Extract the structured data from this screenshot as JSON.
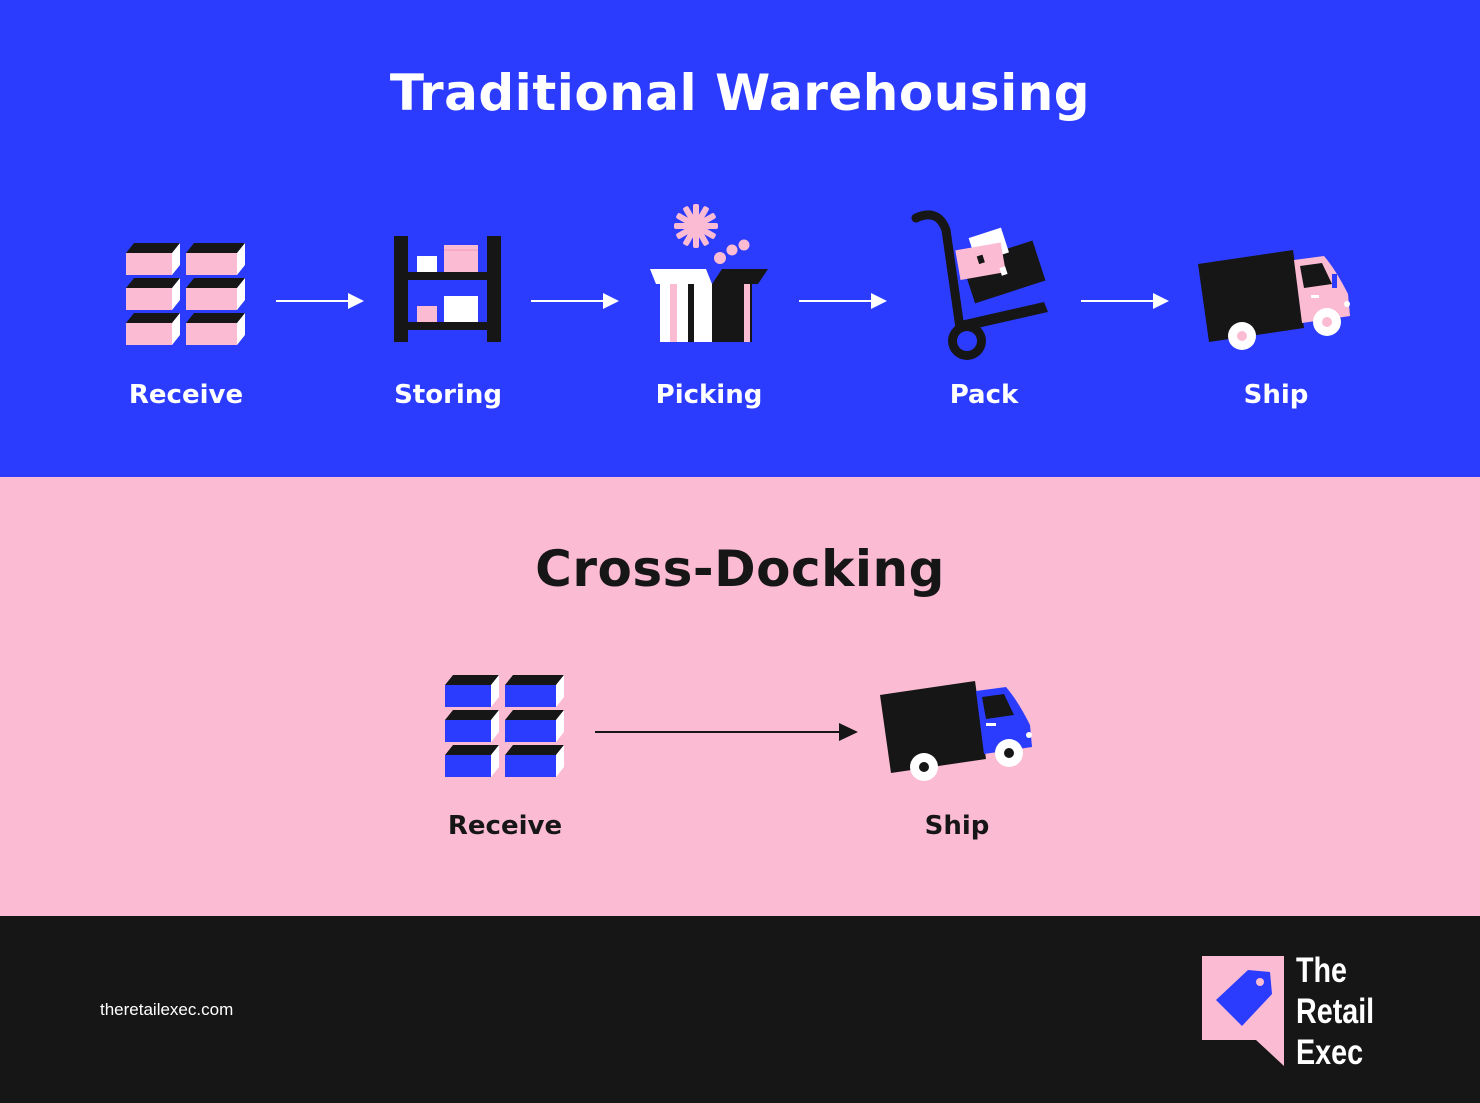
{
  "traditional": {
    "title": "Traditional Warehousing",
    "steps": [
      {
        "label": "Receive",
        "icon": "stacked-boxes-icon"
      },
      {
        "label": "Storing",
        "icon": "storage-shelf-icon"
      },
      {
        "label": "Picking",
        "icon": "open-box-icon"
      },
      {
        "label": "Pack",
        "icon": "hand-truck-icon"
      },
      {
        "label": "Ship",
        "icon": "truck-icon"
      }
    ]
  },
  "crossdocking": {
    "title": "Cross-Docking",
    "steps": [
      {
        "label": "Receive",
        "icon": "stacked-boxes-icon"
      },
      {
        "label": "Ship",
        "icon": "truck-icon"
      }
    ]
  },
  "footer": {
    "website": "theretailexec.com",
    "logo": {
      "line1": "The",
      "line2": "Retail",
      "line3": "Exec"
    }
  },
  "colors": {
    "blue": "#2c3cff",
    "pink": "#fbbbd3",
    "black": "#161616",
    "white": "#ffffff"
  }
}
